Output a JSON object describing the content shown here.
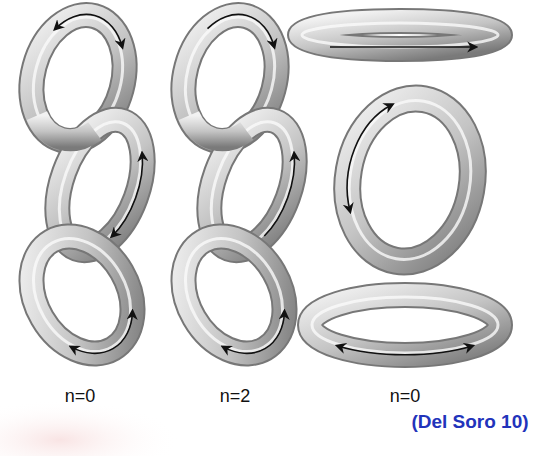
{
  "diagram": {
    "labels": [
      "n=0",
      "n=2",
      "n=0",
      "(Del Soro 10)"
    ]
  }
}
